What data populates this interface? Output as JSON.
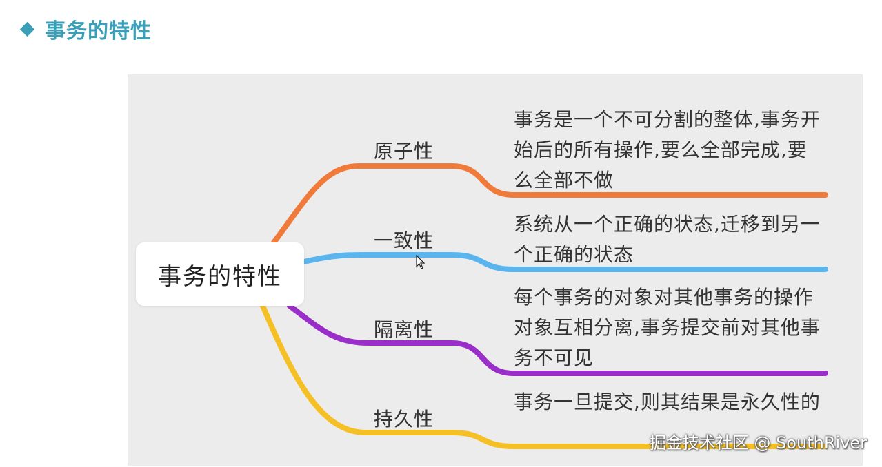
{
  "header": {
    "title": "事务的特性"
  },
  "mindmap": {
    "root": "事务的特性",
    "branches": [
      {
        "label": "原子性",
        "color": "#f07a3a",
        "description": "事务是一个不可分割的整体,事务开始后的所有操作,要么全部完成,要么全部不做"
      },
      {
        "label": "一致性",
        "color": "#5ab4ee",
        "description": "系统从一个正确的状态,迁移到另一个正确的状态"
      },
      {
        "label": "隔离性",
        "color": "#9a2ec8",
        "description": "每个事务的对象对其他事务的操作对象互相分离,事务提交前对其他事务不可见"
      },
      {
        "label": "持久性",
        "color": "#f5c026",
        "description": "事务一旦提交,则其结果是永久性的"
      }
    ]
  },
  "watermark": "掘金技术社区 @ SouthRiver"
}
